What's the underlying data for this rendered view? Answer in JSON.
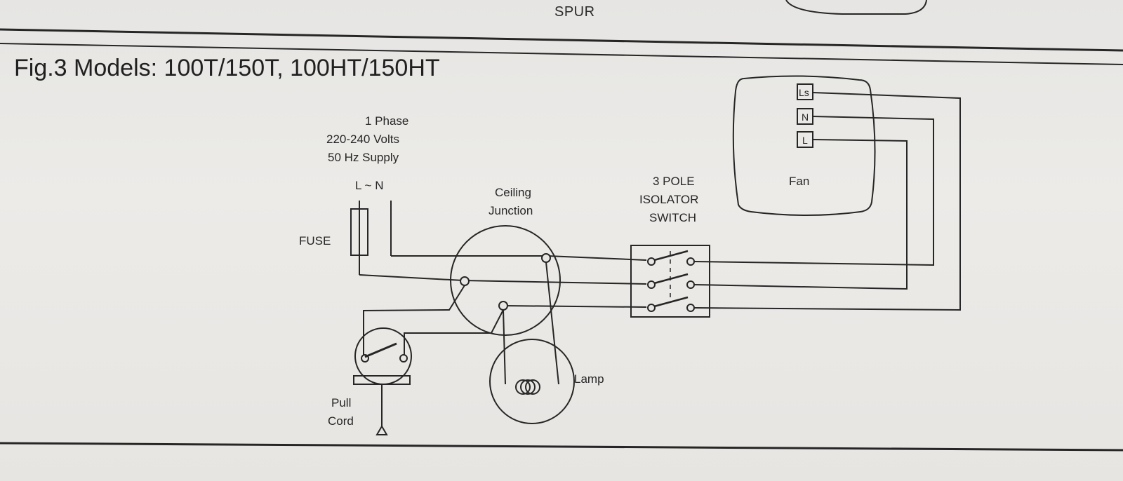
{
  "header": {
    "previous_section_label": "SPUR",
    "figure_title": "Fig.3 Models: 100T/150T, 100HT/150HT"
  },
  "supply": {
    "line1": "1 Phase",
    "line2": "220-240 Volts",
    "line3": "50 Hz Supply",
    "terminals": "L ~ N"
  },
  "fuse": {
    "label": "FUSE"
  },
  "ceiling_junction": {
    "line1": "Ceiling",
    "line2": "Junction"
  },
  "isolator": {
    "line1": "3 POLE",
    "line2": "ISOLATOR",
    "line3": "SWITCH"
  },
  "fan": {
    "label": "Fan",
    "terminals": [
      "Ls",
      "N",
      "L"
    ]
  },
  "lamp": {
    "label": "Lamp"
  },
  "pull_cord": {
    "line1": "Pull",
    "line2": "Cord"
  },
  "colors": {
    "ink": "#262626",
    "paper": "#e9e7e4"
  }
}
